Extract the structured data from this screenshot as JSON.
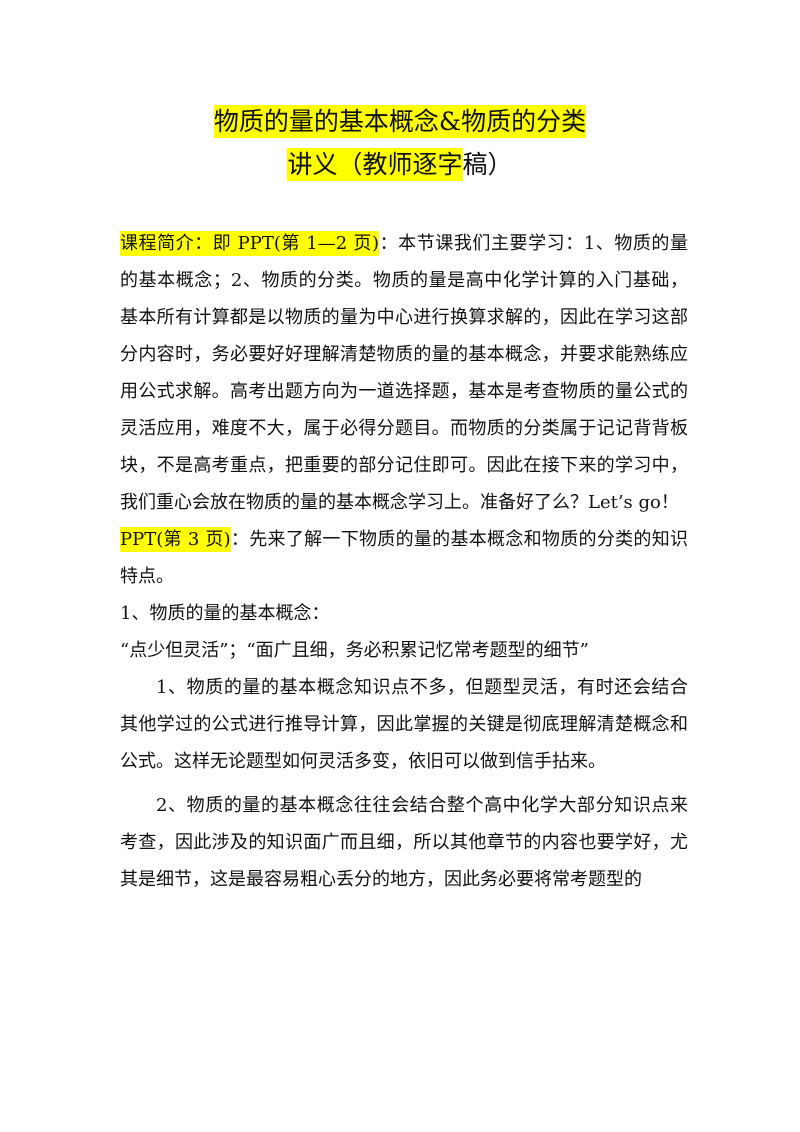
{
  "document": {
    "title_line1": "物质的量的基本概念&物质的分类",
    "title_line2_hl": "讲义（教师逐字",
    "title_line2_rest": "稿）",
    "intro_label": "课程简介：即 PPT(第 1—2 页)",
    "intro_text": "：本节课我们主要学习：1、物质的量的基本概念；2、物质的分类。物质的量是高中化学计算的入门基础，基本所有计算都是以物质的量为中心进行换算求解的，因此在学习这部分内容时，务必要好好理解清楚物质的量的基本概念，并要求能熟练应用公式求解。高考出题方向为一道选择题，基本是考查物质的量公式的灵活应用，难度不大，属于必得分题目。而物质的分类属于记记背背板块，不是高考重点，把重要的部分记住即可。因此在接下来的学习中，我们重心会放在物质的量的基本概念学习上。准备好了么？Let’s go！",
    "ppt3_label": "PPT(第 3 页)",
    "ppt3_text": "：先来了解一下物质的量的基本概念和物质的分类的知识特点。",
    "section1_heading": "1、物质的量的基本概念：",
    "quote_line": "“点少但灵活”；“面广且细，务必积累记忆常考题型的细节”",
    "point1": "1、物质的量的基本概念知识点不多，但题型灵活，有时还会结合其他学过的公式进行推导计算，因此掌握的关键是彻底理解清楚概念和公式。这样无论题型如何灵活多变，依旧可以做到信手拈来。",
    "point2": "2、物质的量的基本概念往往会结合整个高中化学大部分知识点来考查，因此涉及的知识面广而且细，所以其他章节的内容也要学好，尤其是细节，这是最容易粗心丢分的地方，因此务必要将常考题型的"
  },
  "highlight_color": "#ffff00"
}
